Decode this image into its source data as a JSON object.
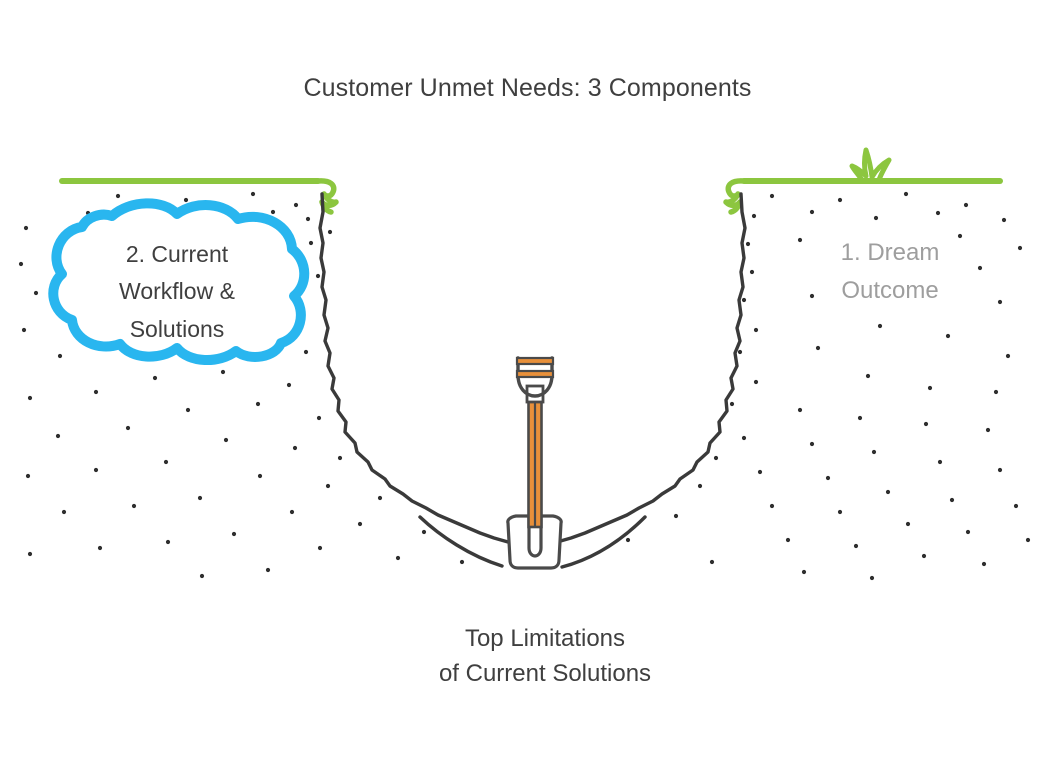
{
  "diagram": {
    "title": "Customer Unmet Needs: 3 Components",
    "background_color": "#ffffff",
    "title_color": "#3f3f3f"
  },
  "labels": {
    "cloud": {
      "text": "2. Current\nWorkflow &\nSolutions",
      "outline_color": "#29b6ef",
      "text_color": "#3f3f3f"
    },
    "dream": {
      "text": "1. Dream\nOutcome",
      "text_color": "#9e9e9e"
    },
    "bottom": {
      "text": "Top Limitations\nof Current Solutions",
      "text_color": "#3f3f3f"
    }
  },
  "scene": {
    "ground_color": "#8cc63f",
    "pit_outline_color": "#3a3a3a",
    "soil_speck_color": "#2e2e2e",
    "shovel": {
      "handle_color": "#e8903a",
      "outline_color": "#4a4a4a",
      "blade_fill": "#ffffff"
    }
  }
}
